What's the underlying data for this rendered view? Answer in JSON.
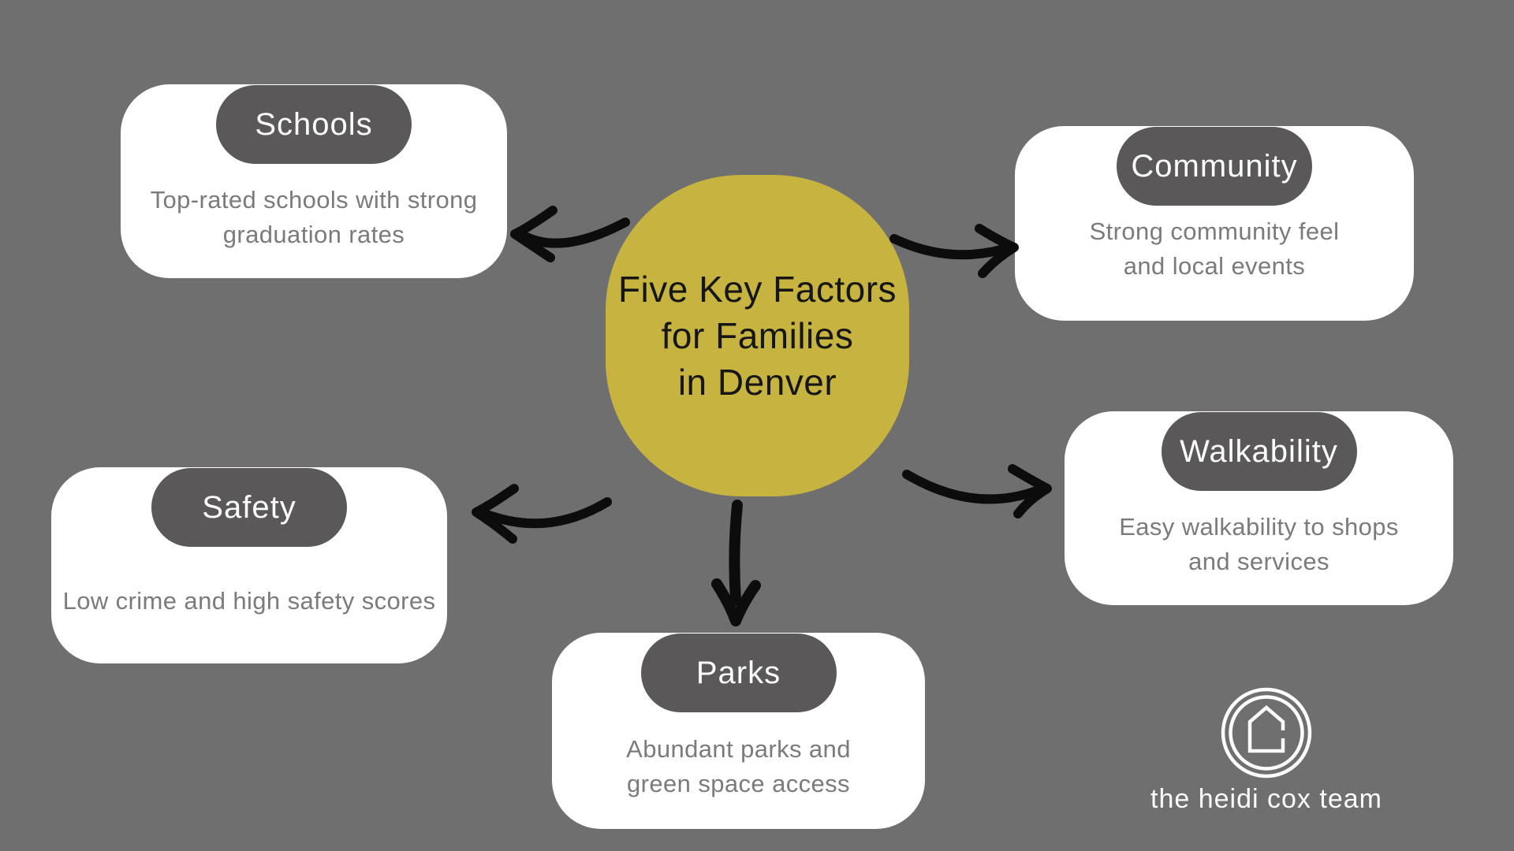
{
  "central_topic": {
    "text": "Five Key Factors for Families in Denver",
    "lines": [
      "Five Key Factors",
      "for Families",
      "in Denver"
    ]
  },
  "factors": [
    {
      "label": "Schools",
      "description": "Top-rated schools with strong graduation rates",
      "desc_lines": [
        "Top-rated schools with strong",
        "graduation rates"
      ]
    },
    {
      "label": "Community",
      "description": "Strong community feel and local events",
      "desc_lines": [
        "Strong community feel",
        "and local events"
      ]
    },
    {
      "label": "Safety",
      "description": "Low crime and high safety scores",
      "desc_lines": [
        "Low crime and high safety scores"
      ]
    },
    {
      "label": "Walkability",
      "description": "Easy walkability to shops and services",
      "desc_lines": [
        "Easy walkability to shops",
        "and services"
      ]
    },
    {
      "label": "Parks",
      "description": "Abundant parks and green space access",
      "desc_lines": [
        "Abundant parks and",
        "green space access"
      ]
    }
  ],
  "branding": {
    "team_name": "the heidi cox team",
    "logo_icon": "house-in-double-circle-icon"
  },
  "colors": {
    "background": "#706f6f",
    "card": "#ffffff",
    "pill": "#5a5858",
    "pill_text": "#fdfdfd",
    "accent_yellow": "#c7b440",
    "body_text": "#7c7a7a",
    "title_text": "#161616",
    "arrow": "#0c0c0c",
    "brand_text": "#fcfcfc"
  }
}
